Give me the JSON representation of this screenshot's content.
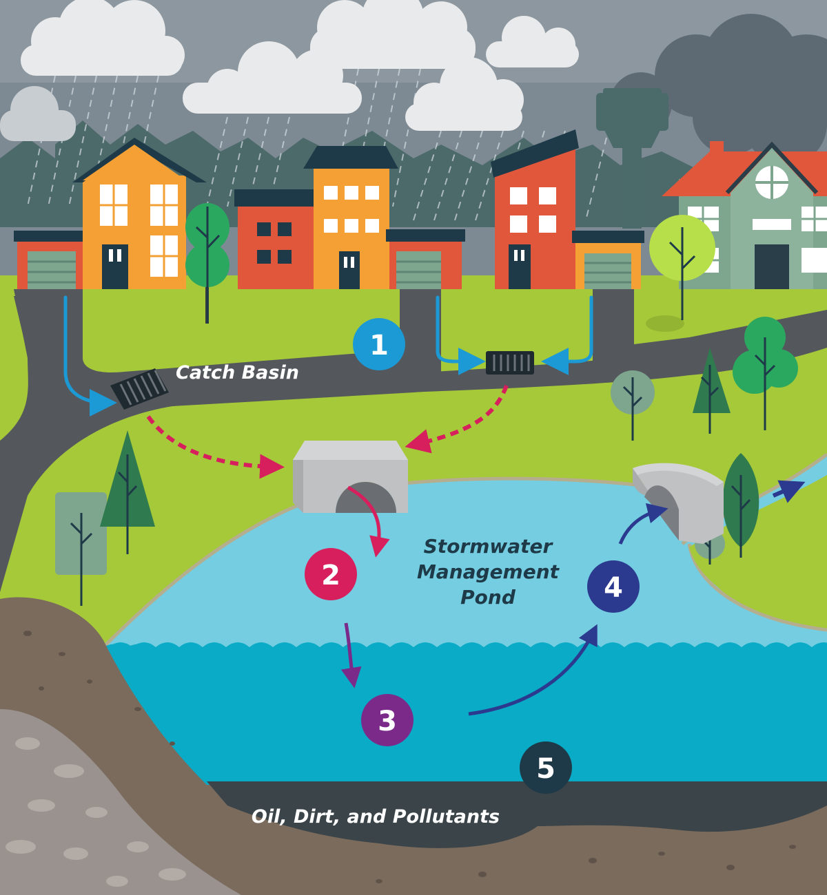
{
  "labels": {
    "catch_basin": "Catch Basin",
    "pond_line1": "Stormwater",
    "pond_line2": "Management",
    "pond_line3": "Pond",
    "sediment": "Oil, Dirt, and Pollutants"
  },
  "steps": [
    {
      "number": "1",
      "color": "#1c9ad6"
    },
    {
      "number": "2",
      "color": "#d61f5c"
    },
    {
      "number": "3",
      "color": "#7b2a8a"
    },
    {
      "number": "4",
      "color": "#2b3a8f"
    },
    {
      "number": "5",
      "color": "#1e3a48"
    }
  ],
  "colors": {
    "sky": "#7d8a93",
    "grass": "#a6c93a",
    "road": "#54585c",
    "pond": "#74cde0",
    "pond_deep": "#0aabc6",
    "soil": "#7a6b5d",
    "sediment": "#3b4448",
    "runoff_arrow": "#1c9ad6",
    "flow_arrow": "#d61f5c"
  }
}
